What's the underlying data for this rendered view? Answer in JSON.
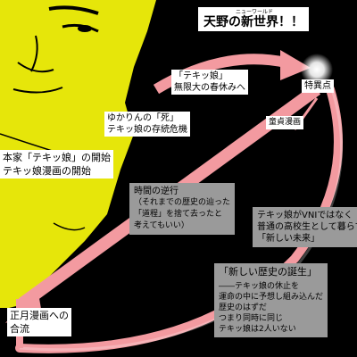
{
  "title": {
    "ruby": "ニューワールド",
    "text": "天野の新世界！！"
  },
  "singularity": "特異点",
  "labels": {
    "tekkimusume_spring_break": [
      "「テキッ娘」",
      "無限大の春休みへ"
    ],
    "yukarin_death": [
      "ゆかりんの「死」",
      "テキッ娘の存続危機"
    ],
    "dojin": "童貞漫画",
    "original_start": [
      "本家「テキッ娘」の開始",
      "テキッ娘漫画の開始"
    ],
    "time_reverse": [
      "時間の逆行",
      "（それまでの歴史の辿った",
      "「道程」を捨て去ったと",
      "考えてもいい）"
    ],
    "vni": [
      "テキッ娘がVNIではなく",
      "普通の高校生として暮らす",
      "「新しい未来」"
    ],
    "new_history_title": "「新しい歴史の誕生」",
    "new_history_body": [
      "――テキッ娘の休止を",
      "運命の中に予想し組み込んだ",
      "歴史のはずだ",
      "つまり同時に同じ",
      "テキッ娘は2人いない"
    ],
    "shogatsu": [
      "正月漫画への",
      "合流"
    ]
  },
  "colors": {
    "background": "#000000",
    "figure": "#e6e60a",
    "arrow": "#f39aa0",
    "box_grey": "#9a9a9a"
  }
}
